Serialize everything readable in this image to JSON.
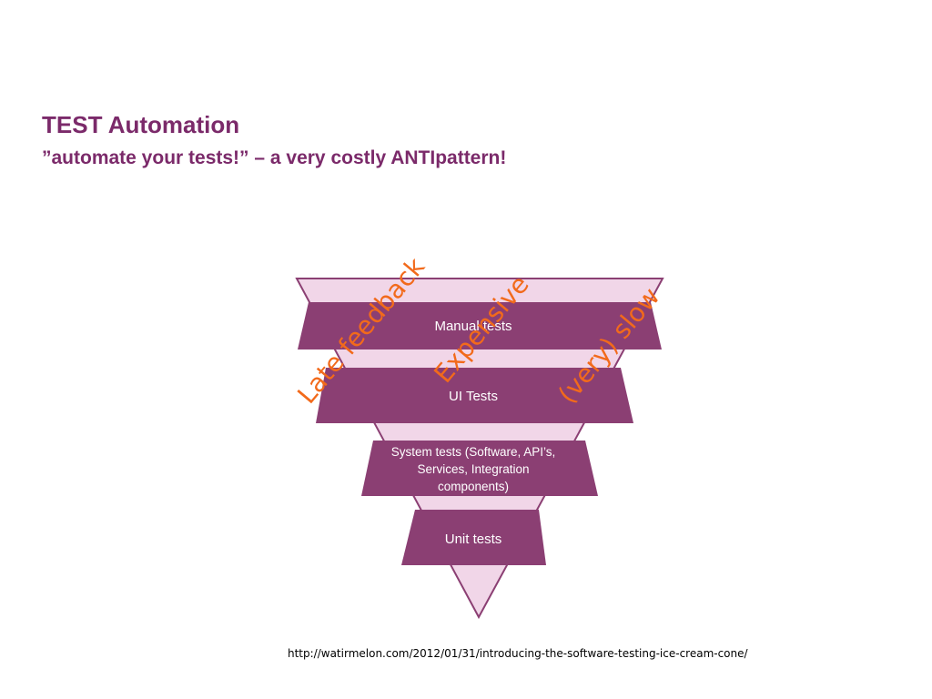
{
  "slide": {
    "title": "TEST Automation",
    "subtitle": "”automate your tests!” – a very costly ANTIpattern!",
    "source_url": "http://watirmelon.com/2012/01/31/introducing-the-software-testing-ice-cream-cone/"
  },
  "diagram": {
    "layers": [
      {
        "label": "Manual tests"
      },
      {
        "label": "UI Tests"
      },
      {
        "label": "System tests (Software, API’s, Services, Integration components)"
      },
      {
        "label": "Unit tests"
      }
    ],
    "annotations": [
      "Late feedback",
      "Expensive",
      "(very) slow"
    ],
    "colors": {
      "band": "#8b3f73",
      "cone_fill": "#f1d6e8",
      "cone_stroke": "#8b3f73",
      "annotation": "#f26a1b",
      "title": "#7b2a6a"
    }
  }
}
